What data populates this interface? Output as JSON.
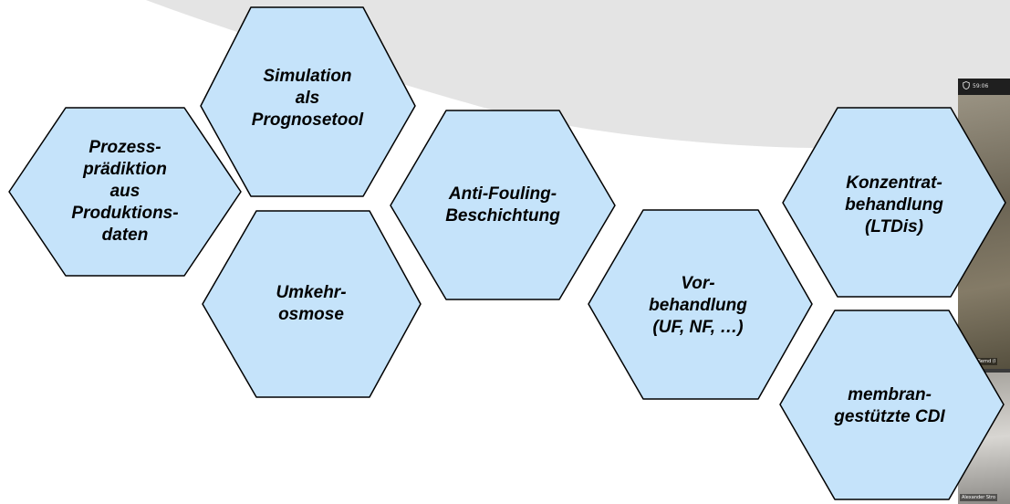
{
  "colors": {
    "hex_fill": "#c5e3fa",
    "hex_stroke": "#000000",
    "background_arc": "#e4e4e4",
    "background": "#ffffff"
  },
  "hexagons": [
    {
      "id": "prozess",
      "label": "Prozess-\nprädiktion\naus\nProduktions-\ndaten"
    },
    {
      "id": "simulation",
      "label": "Simulation\nals\nPrognosetool"
    },
    {
      "id": "umkehrosmose",
      "label": "Umkehr-\nosmose"
    },
    {
      "id": "antifouling",
      "label": "Anti-Fouling-\nBeschichtung"
    },
    {
      "id": "vorbehandlung",
      "label": "Vor-\nbehandlung\n(UF, NF, …)"
    },
    {
      "id": "konzentrat",
      "label": "Konzentrat-\nbehandlung\n(LTDis)"
    },
    {
      "id": "membran",
      "label": "membran-\ngestützte CDI"
    }
  ],
  "video_panel": {
    "timer": "59:06",
    "participant_1": "Fitzke, Bernd (I",
    "participant_2": "Alexander Stro"
  }
}
